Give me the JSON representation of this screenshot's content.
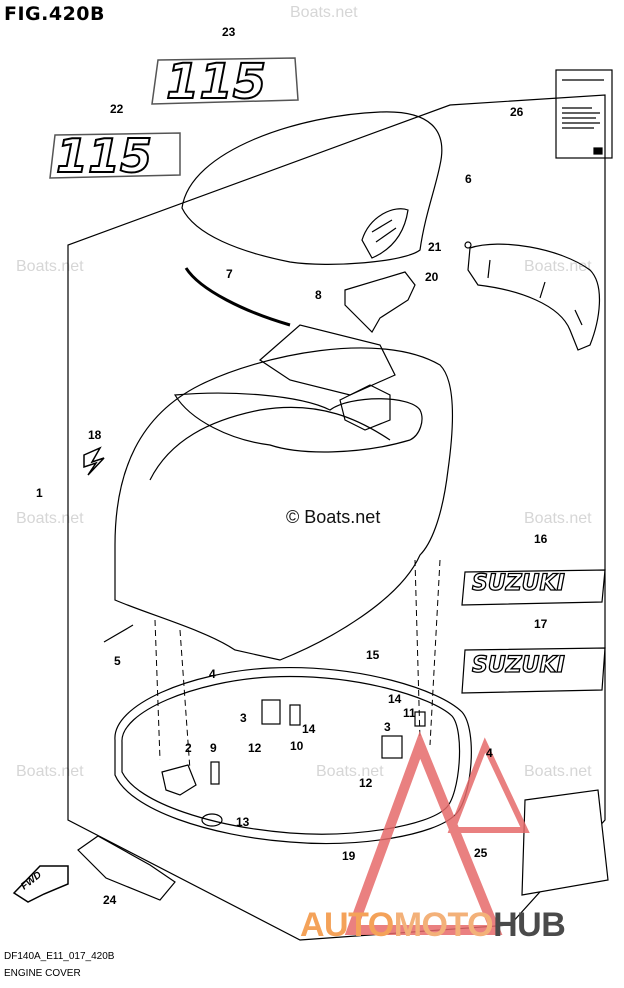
{
  "figure": {
    "title": "FIG.420B",
    "code": "DF140A_E11_017_420B",
    "caption": "ENGINE COVER"
  },
  "watermark": {
    "text": "Boats.net",
    "main_text": "© Boats.net"
  },
  "decals": {
    "number_text": "115",
    "brand_text": "SUZUKI",
    "fwd_text": "FWD"
  },
  "callouts": [
    "23",
    "22",
    "26",
    "6",
    "21",
    "20",
    "8",
    "7",
    "18",
    "1",
    "16",
    "17",
    "15",
    "5",
    "4",
    "14",
    "11",
    "3",
    "14",
    "10",
    "12",
    "9",
    "2",
    "13",
    "3",
    "12",
    "4",
    "25",
    "19",
    "24"
  ],
  "logo": {
    "part1": "AUTO",
    "part2": "MOTO",
    "part3": "HUB"
  },
  "colors": {
    "logo_orange": "#f4a259",
    "logo_grey": "#4a4a4a",
    "triangle_red": "#e66a6a"
  }
}
